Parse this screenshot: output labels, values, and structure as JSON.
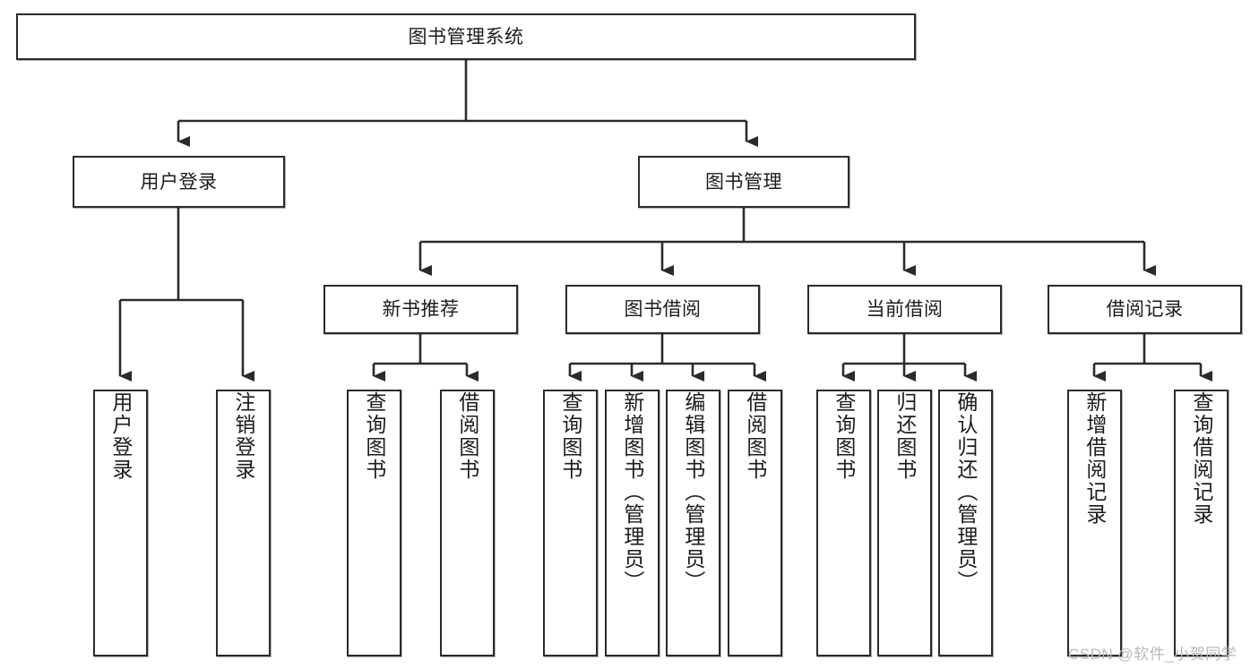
{
  "diagram": {
    "type": "tree",
    "title": "图书管理系统",
    "orientation": "top-down",
    "colors": {
      "node_border": "#2b2b2b",
      "node_fill": "#ffffff",
      "connector": "#2b2b2b",
      "text": "#1c1c1c",
      "watermark": "#b9b9b9"
    },
    "root": {
      "id": "root",
      "label": "图书管理系统"
    },
    "level2": [
      {
        "id": "user-login",
        "label": "用户登录"
      },
      {
        "id": "book-management",
        "label": "图书管理"
      }
    ],
    "level3": [
      {
        "id": "new-book-recommend",
        "label": "新书推荐"
      },
      {
        "id": "book-borrow",
        "label": "图书借阅"
      },
      {
        "id": "current-borrow",
        "label": "当前借阅"
      },
      {
        "id": "borrow-record",
        "label": "借阅记录"
      }
    ],
    "leaves": {
      "user-login": [
        {
          "id": "leaf-user-login",
          "label": "用户登录"
        },
        {
          "id": "leaf-logout-login",
          "label": "注销登录"
        }
      ],
      "new-book-recommend": [
        {
          "id": "leaf-query-book-1",
          "label": "查询图书"
        },
        {
          "id": "leaf-borrow-book-1",
          "label": "借阅图书"
        }
      ],
      "book-borrow": [
        {
          "id": "leaf-query-book-2",
          "label": "查询图书"
        },
        {
          "id": "leaf-add-book-admin",
          "label": "新增图书（管理员）"
        },
        {
          "id": "leaf-edit-book-admin",
          "label": "编辑图书（管理员）"
        },
        {
          "id": "leaf-borrow-book-2",
          "label": "借阅图书"
        }
      ],
      "current-borrow": [
        {
          "id": "leaf-query-book-3",
          "label": "查询图书"
        },
        {
          "id": "leaf-return-book",
          "label": "归还图书"
        },
        {
          "id": "leaf-confirm-return-admin",
          "label": "确认归还（管理员）"
        }
      ],
      "borrow-record": [
        {
          "id": "leaf-add-borrow-record",
          "label": "新增借阅记录"
        },
        {
          "id": "leaf-query-borrow-record",
          "label": "查询借阅记录"
        }
      ]
    }
  },
  "watermark": {
    "text": "CSDN @软件_小贺同学"
  }
}
